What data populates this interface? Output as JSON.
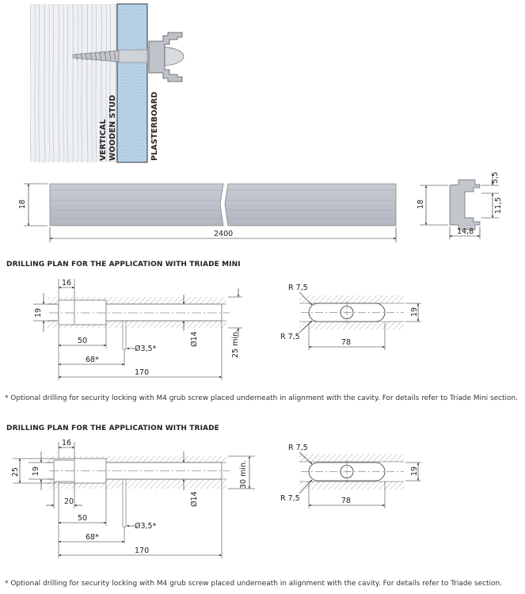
{
  "section_top": {
    "label_stud_line1": "VERTICAL",
    "label_stud_line2": "WOODEN STUD",
    "label_board": "PLASTERBOARD"
  },
  "profile": {
    "length": "2400",
    "height": "18",
    "section_height": "18",
    "section_width": "14,8",
    "section_top": "5,5",
    "section_inner": "11,5"
  },
  "mini": {
    "heading": "DRILLING PLAN FOR THE APPLICATION WITH TRIADE MINI",
    "d16": "16",
    "d19": "19",
    "d50": "50",
    "d68": "68*",
    "d170": "170",
    "d35": "Ø3,5*",
    "d14": "Ø14",
    "d25min": "25 min.",
    "r_top": "R 7,5",
    "r_bottom": "R 7,5",
    "d78": "78",
    "d19r": "19",
    "note": "* Optional drilling for security locking with M4 grub screw placed underneath in alignment with the cavity. For details refer to Triade Mini section."
  },
  "triade": {
    "heading": "DRILLING PLAN FOR THE APPLICATION WITH TRIADE",
    "d16": "16",
    "d25": "25",
    "d19": "19",
    "d20": "20",
    "d50": "50",
    "d68": "68*",
    "d170": "170",
    "d35": "Ø3,5*",
    "d14": "Ø14",
    "d30min": "30 min.",
    "r_top": "R 7,5",
    "r_bottom": "R 7,5",
    "d78": "78",
    "d19r": "19",
    "note": "* Optional drilling for security locking with M4 grub screw placed underneath in alignment with the cavity. For details refer to Triade section."
  }
}
